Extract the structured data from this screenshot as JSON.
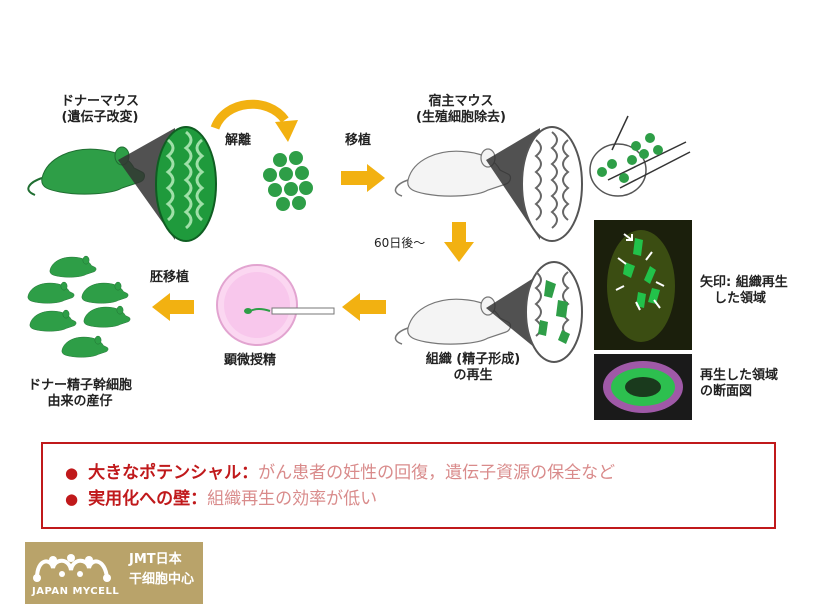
{
  "labels": {
    "donor_mouse": "ドナーマウス",
    "donor_mouse_sub": "(遺伝子改変)",
    "dissociation": "解離",
    "transplant": "移植",
    "host_mouse": "宿主マウス",
    "host_mouse_sub": "(生殖細胞除去)",
    "days_after": "60日後～",
    "regeneration_line1": "組織 (精子形成)",
    "regeneration_line2": "の再生",
    "microinsemination": "顕微授精",
    "embryo_transfer": "胚移植",
    "offspring_line1": "ドナー精子幹細胞",
    "offspring_line2": "由来の産仔",
    "arrows_line1": "矢印: 組織再生",
    "arrows_line2": "した領域",
    "section_line1": "再生した領域",
    "section_line2": "の断面図"
  },
  "summary": {
    "item1_key": "大きなポテンシャル：",
    "item1_value": "がん患者の妊性の回復，遺伝子資源の保全など",
    "item2_key": "実用化への壁：",
    "item2_value": "組織再生の効率が低い"
  },
  "logo": {
    "english": "JAPAN MYCELL",
    "japanese_line1": "JMT日本",
    "japanese_line2": "干细胞中心"
  },
  "colors": {
    "mouse_green": "#2e9e47",
    "arrow_orange": "#f2b111",
    "accent_red": "#c0191b"
  }
}
